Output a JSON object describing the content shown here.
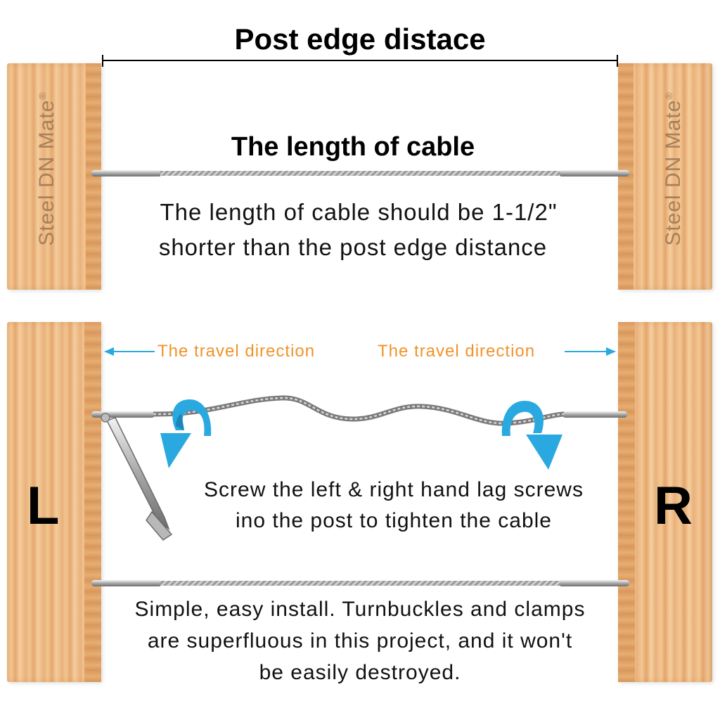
{
  "top": {
    "title": "Post edge distace",
    "subtitle": "The length of cable",
    "note_line1": "The length of cable should be 1-1/2\"",
    "note_line2": "shorter than the post edge distance"
  },
  "brand": {
    "text": "Steel DN Mate",
    "mark": "®"
  },
  "middle": {
    "travel_left": "The travel direction",
    "travel_right": "The travel direction",
    "left_label": "L",
    "right_label": "R",
    "instruction_line1": "Screw the left & right hand lag screws",
    "instruction_line2": "ino the post to tighten the cable"
  },
  "bottom": {
    "line1": "Simple, easy install. Turnbuckles and clamps",
    "line2": "are superfluous in this project, and it won't",
    "line3": "be easily destroyed."
  },
  "colors": {
    "arrow_blue": "#29a9e0",
    "travel_orange": "#f0932b",
    "wood": "#eab37e",
    "cable": "#8a8a8a"
  },
  "icons": [
    "curved-arrow-left-icon",
    "curved-arrow-right-icon",
    "small-arrow-left-icon",
    "small-arrow-right-icon",
    "lag-screw-icon"
  ]
}
